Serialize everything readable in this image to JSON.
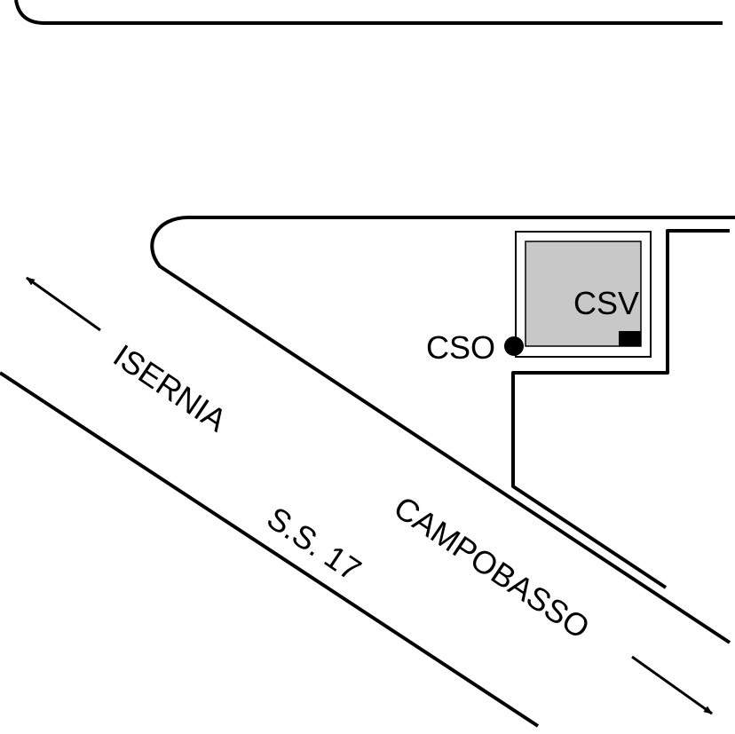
{
  "labels": {
    "isernia": "ISERNIA",
    "ss17": "S.S. 17",
    "campobasso": "CAMPOBASSO",
    "cso": "CSO",
    "csv": "CSV"
  },
  "colors": {
    "line": "#000000",
    "building_fill": "#c8c8c8",
    "background": "#ffffff"
  },
  "icons": {
    "cso_marker": "filled-circle-marker",
    "csv_marker": "filled-rectangle-marker",
    "direction": "arrow-icon"
  }
}
